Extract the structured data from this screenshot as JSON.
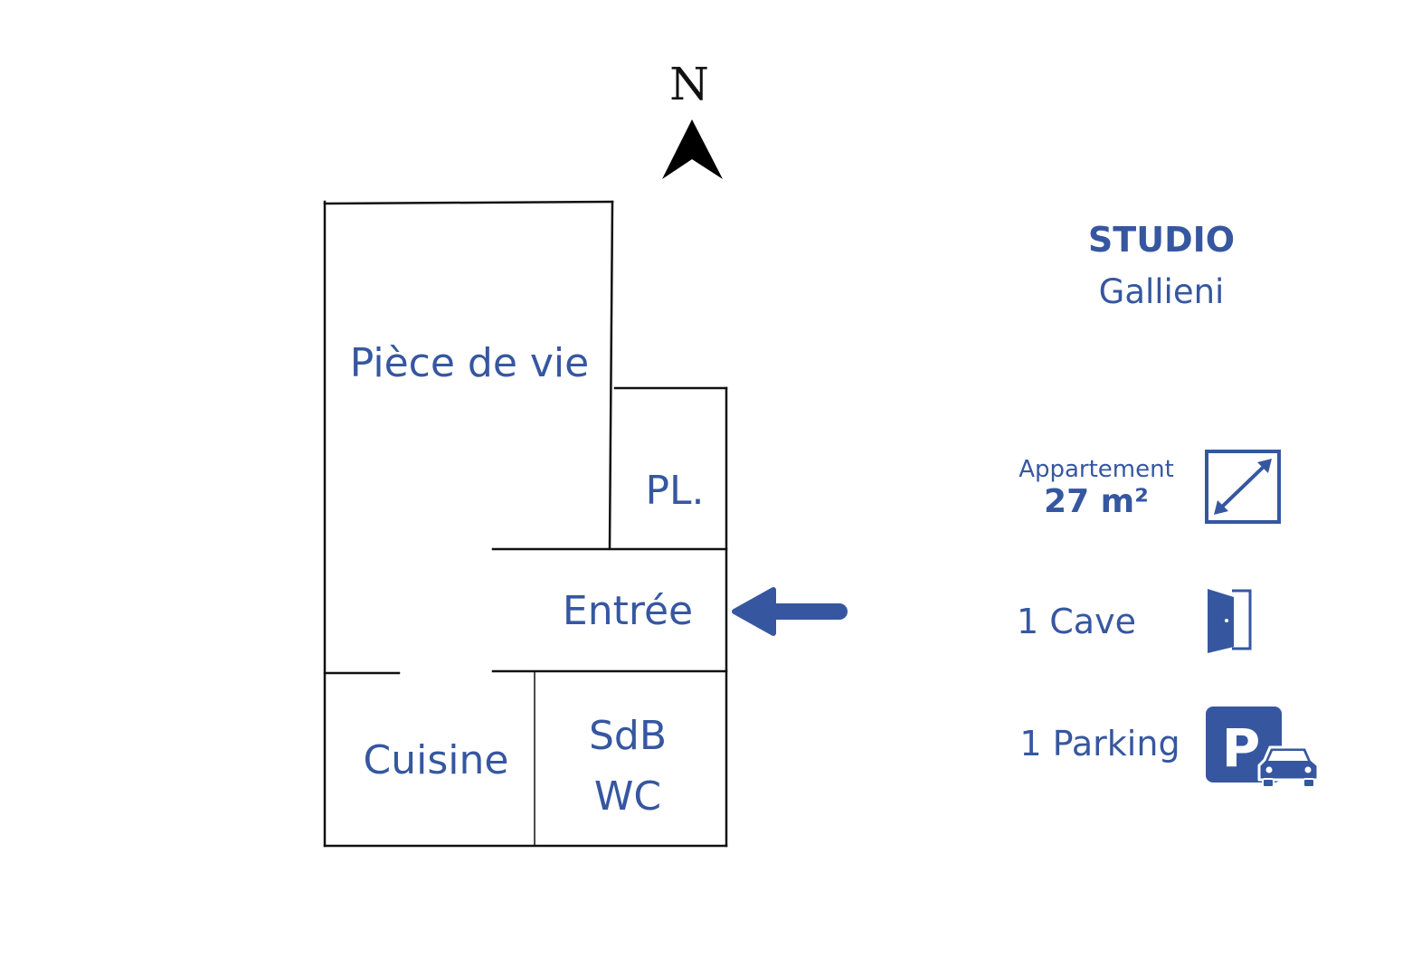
{
  "compass": {
    "label": "N",
    "icon": "north-arrow-icon"
  },
  "property": {
    "type": "STUDIO",
    "location": "Gallieni"
  },
  "rooms": {
    "living": "Pièce de vie",
    "closet": "PL.",
    "entrance": "Entrée",
    "kitchen": "Cuisine",
    "bathroom_line1": "SdB",
    "bathroom_line2": "WC"
  },
  "entrance_arrow": {
    "icon": "entrance-arrow-icon"
  },
  "features": {
    "area": {
      "label": "Appartement",
      "value": "27 m²",
      "icon": "surface-area-icon"
    },
    "cellar": {
      "label": "1 Cave",
      "icon": "door-icon"
    },
    "parking": {
      "label": "1 Parking",
      "icon": "parking-car-icon"
    }
  },
  "colors": {
    "accent": "#3657a0",
    "walls": "#111111",
    "background": "#ffffff"
  }
}
